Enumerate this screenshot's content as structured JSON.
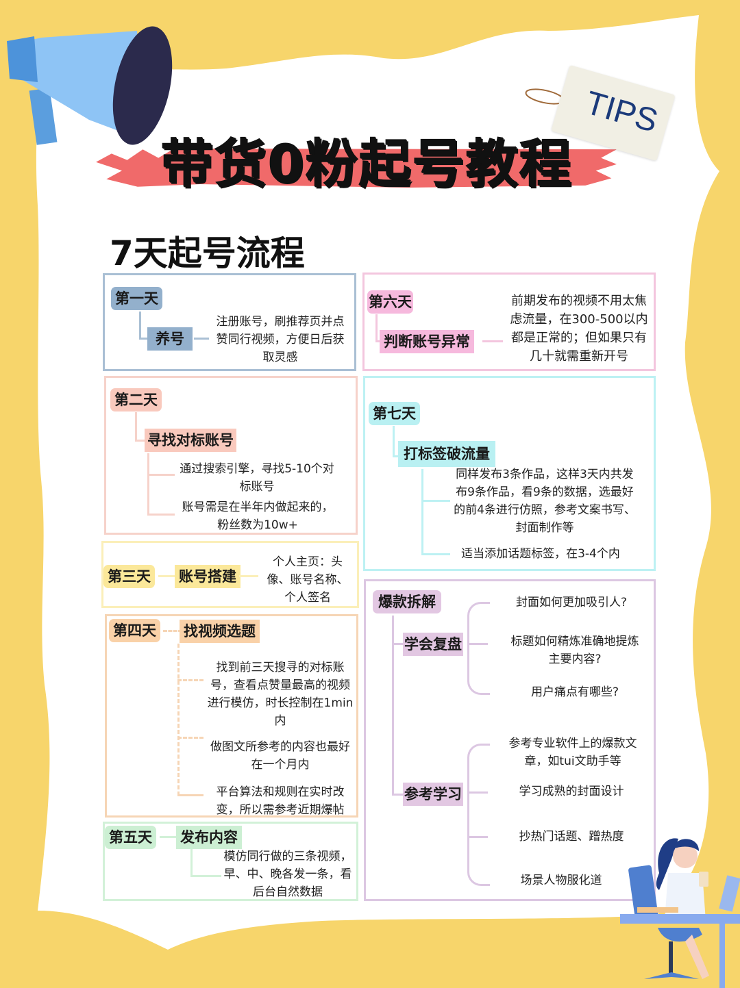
{
  "header": {
    "title": "带货0粉起号教程",
    "tag": "TIPS",
    "section_heading": "7天起号流程"
  },
  "colors": {
    "background": "#f7d56b",
    "paper": "#ffffff",
    "brush": "#f06a6a",
    "day1": "#93b0cc",
    "day2": "#f9c9bd",
    "day3": "#fbe89a",
    "day4": "#f9d1a8",
    "day5": "#ccefd3",
    "day6": "#f6b9dd",
    "day7": "#b9f0f2",
    "breakdown": "#e2c7e2",
    "tips_text": "#1b3a7a"
  },
  "days": [
    {
      "day": "第一天",
      "topic": "养号",
      "points": [
        "注册账号，刷推荐页并点赞同行视频，方便日后获取灵感"
      ]
    },
    {
      "day": "第二天",
      "topic": "寻找对标账号",
      "points": [
        "通过搜索引擎，寻找5-10个对标账号",
        "账号需是在半年内做起来的，粉丝数为10w+"
      ]
    },
    {
      "day": "第三天",
      "topic": "账号搭建",
      "points": [
        "个人主页：头像、账号名称、个人签名"
      ]
    },
    {
      "day": "第四天",
      "topic": "找视频选题",
      "points": [
        "找到前三天搜寻的对标账号，查看点赞量最高的视频进行模仿，时长控制在1min内",
        "做图文所参考的内容也最好在一个月内",
        "平台算法和规则在实时改变，所以需参考近期爆帖"
      ]
    },
    {
      "day": "第五天",
      "topic": "发布内容",
      "points": [
        "模仿同行做的三条视频，早、中、晚各发一条，看后台自然数据"
      ]
    },
    {
      "day": "第六天",
      "topic": "判断账号异常",
      "points": [
        "前期发布的视频不用太焦虑流量，在300-500以内都是正常的；但如果只有几十就需重新开号"
      ]
    },
    {
      "day": "第七天",
      "topic": "打标签破流量",
      "points": [
        "同样发布3条作品，这样3天内共发布9条作品，看9条的数据，选最好的前4条进行仿照，参考文案书写、封面制作等",
        "适当添加话题标签，在3-4个内"
      ]
    }
  ],
  "breakdown": {
    "title": "爆款拆解",
    "branches": [
      {
        "label": "学会复盘",
        "items": [
          "封面如何更加吸引人?",
          "标题如何精炼准确地提炼主要内容?",
          "用户痛点有哪些?"
        ]
      },
      {
        "label": "参考学习",
        "items": [
          "参考专业软件上的爆款文章，如tui文助手等",
          "学习成熟的封面设计",
          "抄热门话题、蹭热度",
          "场景人物服化道"
        ]
      }
    ]
  }
}
